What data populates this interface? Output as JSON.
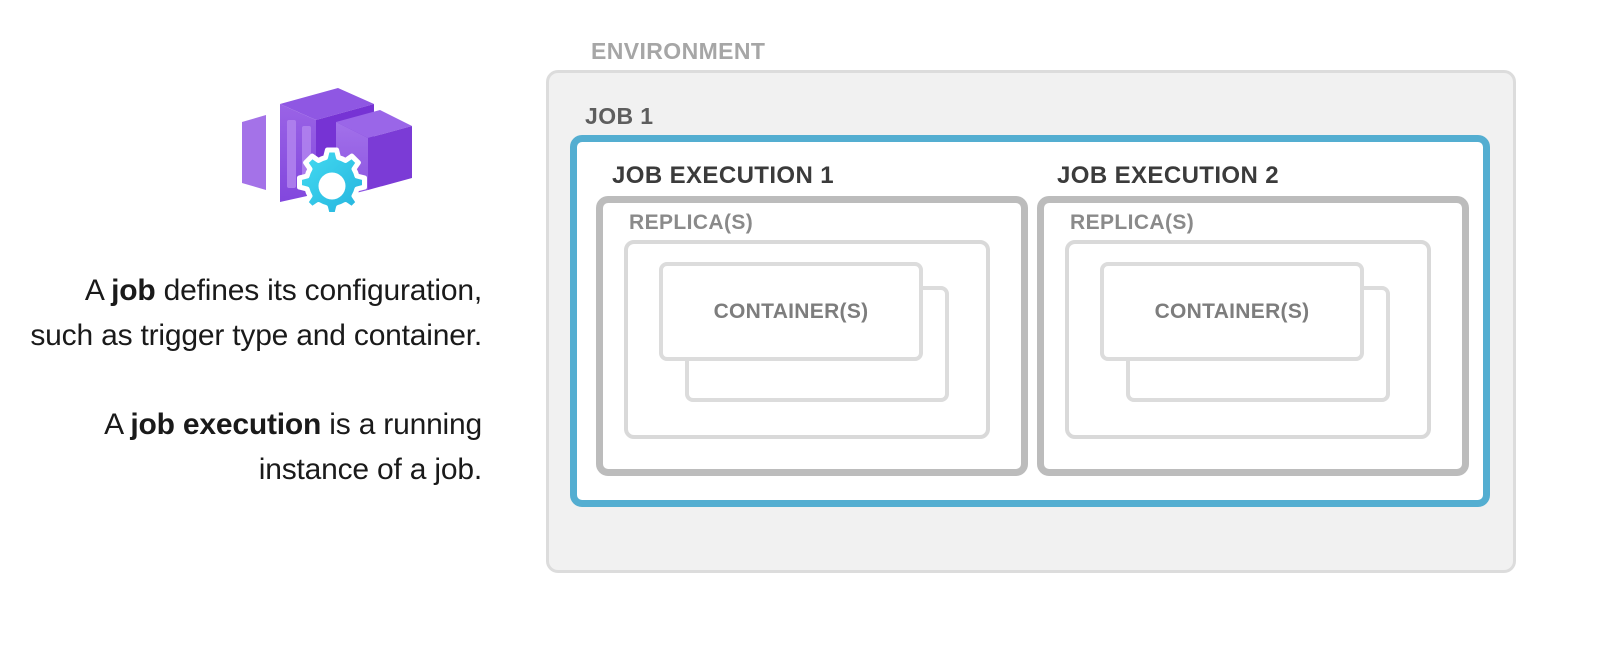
{
  "left": {
    "icon": {
      "name": "container-apps-jobs-icon",
      "box_purple_light": "#a472e8",
      "box_purple_mid": "#8a4fe0",
      "box_purple_dark": "#7a39d8",
      "gear_cyan_light": "#3ad6f0",
      "gear_cyan_dark": "#2bb8e0"
    },
    "paragraphs": [
      {
        "id": "job-description",
        "segments": [
          {
            "text": "A ",
            "bold": false
          },
          {
            "text": "job",
            "bold": true
          },
          {
            "text": " defines its configuration, such as trigger type and container.",
            "bold": false
          }
        ],
        "plain": "A job defines its configuration, such as trigger type and container."
      },
      {
        "id": "job-execution-description",
        "segments": [
          {
            "text": "A ",
            "bold": false
          },
          {
            "text": "job execution",
            "bold": true
          },
          {
            "text": " is a running instance of a job.",
            "bold": false
          }
        ],
        "plain": "A job execution is a running instance of a job."
      }
    ]
  },
  "diagram": {
    "environment": {
      "label": "ENVIRONMENT",
      "label_color": "#a6a6a6",
      "border_color": "#dcdcdc",
      "fill_color": "#f1f1f1"
    },
    "job": {
      "label": "JOB 1",
      "label_color": "#5e5e5e",
      "border_color": "#54aed1",
      "fill_color": "#ffffff"
    },
    "job_executions": [
      {
        "label": "JOB EXECUTION 1",
        "label_color": "#3b3b3b",
        "border_color": "#bcbcbc",
        "replica": {
          "label": "REPLICA(S)",
          "label_color": "#8a8a8a",
          "border_color": "#d9d9d9",
          "containers": {
            "label": "CONTAINER(S)",
            "label_color": "#7d7d7d",
            "border_color": "#dcdcdc",
            "count": 2
          }
        }
      },
      {
        "label": "JOB EXECUTION 2",
        "label_color": "#3b3b3b",
        "border_color": "#bcbcbc",
        "replica": {
          "label": "REPLICA(S)",
          "label_color": "#8a8a8a",
          "border_color": "#d9d9d9",
          "containers": {
            "label": "CONTAINER(S)",
            "label_color": "#7d7d7d",
            "border_color": "#dcdcdc",
            "count": 2
          }
        }
      }
    ]
  }
}
